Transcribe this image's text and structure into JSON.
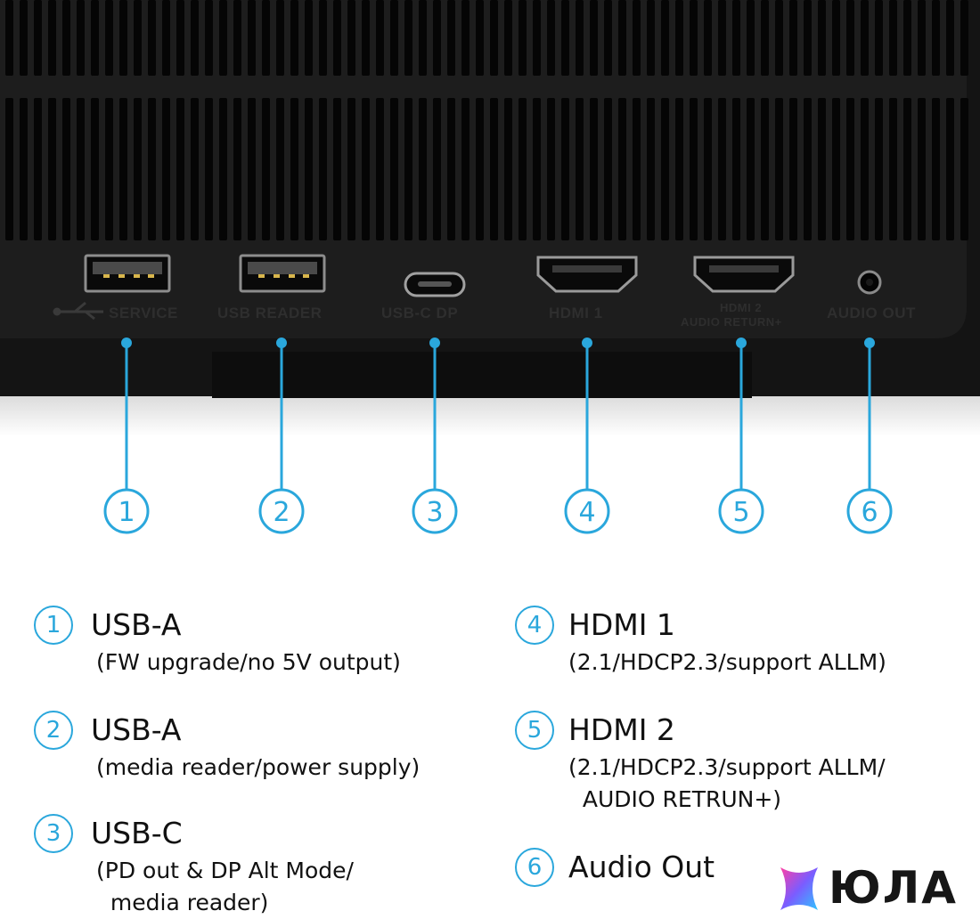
{
  "device_panel": {
    "port_labels": {
      "service": "SERVICE",
      "usb_reader": "USB READER",
      "usbc_dp": "USB-C DP",
      "hdmi1": "HDMI 1",
      "hdmi2_line1": "HDMI 2",
      "hdmi2_line2": "AUDIO RETURN+",
      "audio_out": "AUDIO OUT"
    }
  },
  "callouts": [
    "1",
    "2",
    "3",
    "4",
    "5",
    "6"
  ],
  "legend": [
    {
      "number": "1",
      "title": "USB-A",
      "desc": "(FW upgrade/no 5V output)"
    },
    {
      "number": "2",
      "title": "USB-A",
      "desc": "(media reader/power supply)"
    },
    {
      "number": "3",
      "title": "USB-C",
      "desc": "(PD out & DP Alt Mode/\n  media reader)"
    },
    {
      "number": "4",
      "title": "HDMI 1",
      "desc": "(2.1/HDCP2.3/support ALLM)"
    },
    {
      "number": "5",
      "title": "HDMI 2",
      "desc": "(2.1/HDCP2.3/support ALLM/\n  AUDIO RETRUN+)"
    },
    {
      "number": "6",
      "title": "Audio Out",
      "desc": ""
    }
  ],
  "brand": {
    "name": "ЮЛА"
  },
  "colors": {
    "accent": "#2aa7dc",
    "device": "#161616",
    "panel": "#1e1e1e"
  }
}
